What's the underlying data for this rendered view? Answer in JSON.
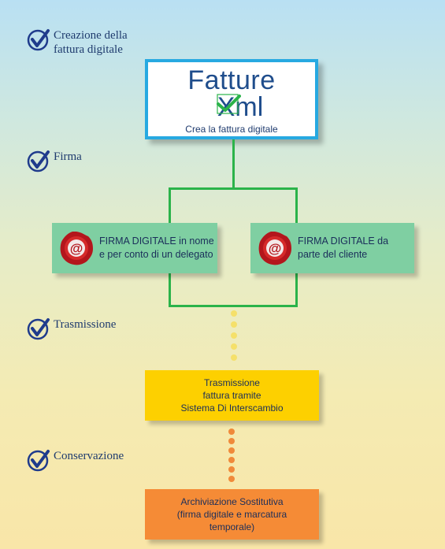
{
  "steps": [
    {
      "label": "Creazione della\nfattura digitale",
      "icon": "checkmark-icon"
    },
    {
      "label": "Firma",
      "icon": "checkmark-icon"
    },
    {
      "label": "Trasmissione",
      "icon": "checkmark-icon"
    },
    {
      "label": "Conservazione",
      "icon": "checkmark-icon"
    }
  ],
  "logo": {
    "line1": "Fatture",
    "line2": "Xml",
    "tagline": "Crea la fattura digitale"
  },
  "signatures": [
    {
      "text": "FIRMA DIGITALE in nome\ne per conto di un delegato",
      "icon": "wax-seal-at-icon"
    },
    {
      "text": "FIRMA DIGITALE da\nparte del cliente",
      "icon": "wax-seal-at-icon"
    }
  ],
  "transmission": {
    "text": "Trasmissione\nfattura tramite\nSistema Di Interscambio"
  },
  "archive": {
    "text": "Archiviazione Sostitutiva\n(firma digitale e marcatura\ntemporale)"
  },
  "colors": {
    "title_border": "#27a9e1",
    "connector": "#2bb34a",
    "signature_box": "#7fcfa2",
    "transmission_box": "#fdd000",
    "archive_box": "#f58b36"
  }
}
